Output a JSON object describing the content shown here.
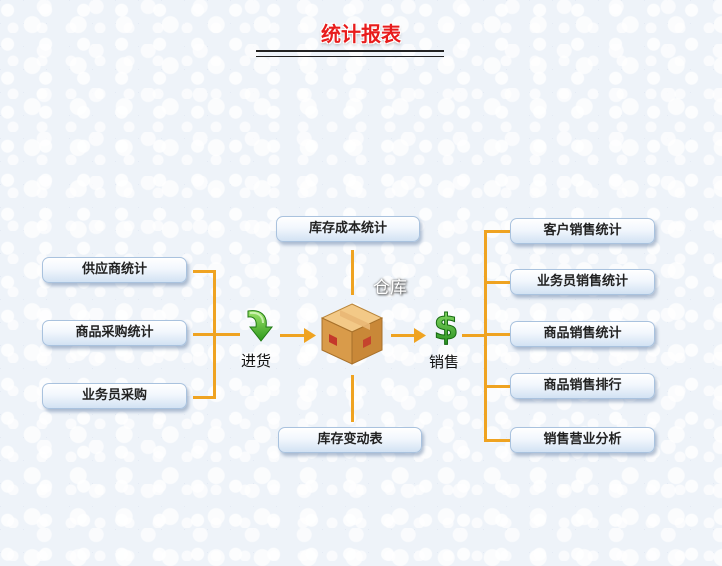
{
  "header": {
    "title": "统计报表"
  },
  "left_column": [
    {
      "label": "供应商统计"
    },
    {
      "label": "商品采购统计"
    },
    {
      "label": "业务员采购"
    }
  ],
  "center": {
    "top_button": "库存成本统计",
    "bottom_button": "库存变动表",
    "warehouse_label": "仓库",
    "inbound_label": "进货",
    "outbound_label": "销售"
  },
  "right_column": [
    {
      "label": "客户销售统计"
    },
    {
      "label": "业务员销售统计"
    },
    {
      "label": "商品销售统计"
    },
    {
      "label": "商品销售排行"
    },
    {
      "label": "销售营业分析"
    }
  ],
  "icons": {
    "inbound": "green-arrow-icon",
    "warehouse": "box-icon",
    "outbound": "dollar-icon"
  },
  "colors": {
    "title": "#e81c1c",
    "connector": "#efa321",
    "button_border": "#a9c2de"
  }
}
